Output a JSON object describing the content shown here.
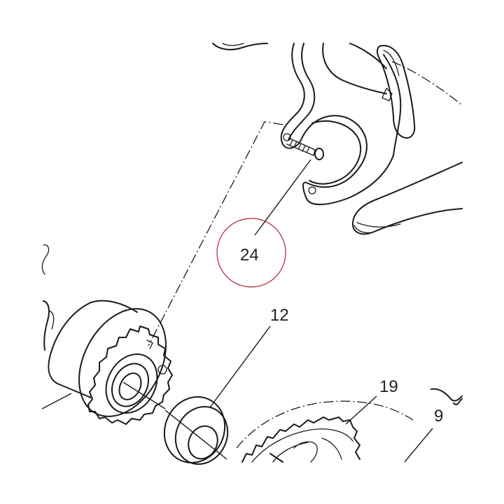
{
  "diagram": {
    "callouts": {
      "bolt": "24",
      "spacer": "12",
      "chainring": "19",
      "part_9": "9"
    },
    "highlight_color": "#b22234",
    "line_color": "#1a1a1a"
  }
}
